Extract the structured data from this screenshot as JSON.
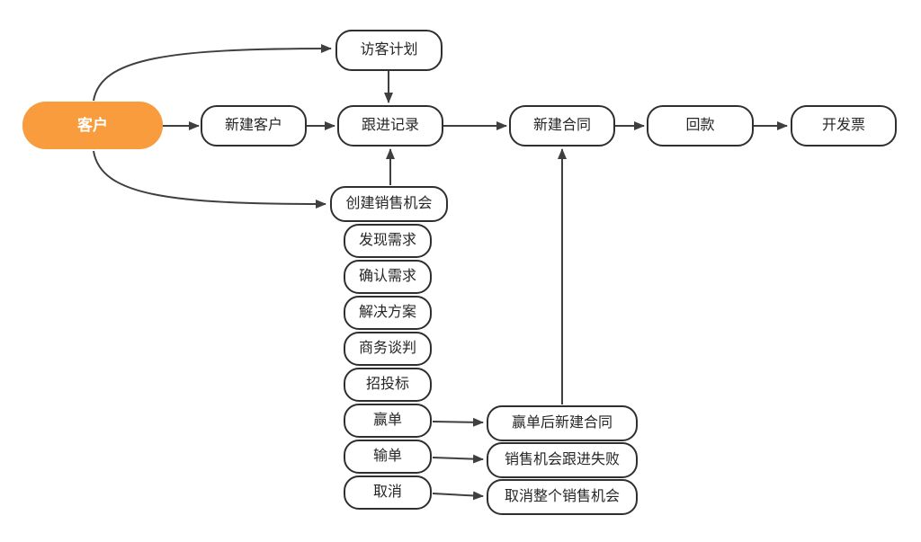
{
  "diagram": {
    "title": "customer-sales-process-flowchart",
    "colors": {
      "start_node_fill": "#F89C3E",
      "start_node_text": "#FFFFFF",
      "node_fill": "#FFFFFF",
      "node_border": "#2F2F2F",
      "node_text": "#262626",
      "edge_line": "#3F3F3F",
      "background": "#FFFFFF"
    },
    "nodes": {
      "customer": {
        "label": "客户"
      },
      "visit_plan": {
        "label": "访客计划"
      },
      "new_customer": {
        "label": "新建客户"
      },
      "follow_up_record": {
        "label": "跟进记录"
      },
      "new_contract": {
        "label": "新建合同"
      },
      "payment_collection": {
        "label": "回款"
      },
      "invoice": {
        "label": "开发票"
      },
      "create_sales_opportunity": {
        "label": "创建销售机会"
      },
      "discover_demand": {
        "label": "发现需求"
      },
      "confirm_demand": {
        "label": "确认需求"
      },
      "solution": {
        "label": "解决方案"
      },
      "business_negotiation": {
        "label": "商务谈判"
      },
      "bidding": {
        "label": "招投标"
      },
      "win_deal": {
        "label": "赢单"
      },
      "lose_deal": {
        "label": "输单"
      },
      "cancel": {
        "label": "取消"
      },
      "win_then_new_contract": {
        "label": "赢单后新建合同"
      },
      "opportunity_follow_fail": {
        "label": "销售机会跟进失败"
      },
      "cancel_whole_opportunity": {
        "label": "取消整个销售机会"
      }
    },
    "edges": [
      {
        "from": "客户",
        "to": "访客计划"
      },
      {
        "from": "客户",
        "to": "新建客户"
      },
      {
        "from": "客户",
        "to": "创建销售机会"
      },
      {
        "from": "访客计划",
        "to": "跟进记录"
      },
      {
        "from": "新建客户",
        "to": "跟进记录"
      },
      {
        "from": "创建销售机会",
        "to": "跟进记录"
      },
      {
        "from": "跟进记录",
        "to": "新建合同"
      },
      {
        "from": "新建合同",
        "to": "回款"
      },
      {
        "from": "回款",
        "to": "开发票"
      },
      {
        "from": "赢单",
        "to": "赢单后新建合同"
      },
      {
        "from": "赢单后新建合同",
        "to": "新建合同"
      },
      {
        "from": "输单",
        "to": "销售机会跟进失败"
      },
      {
        "from": "取消",
        "to": "取消整个销售机会"
      }
    ]
  }
}
